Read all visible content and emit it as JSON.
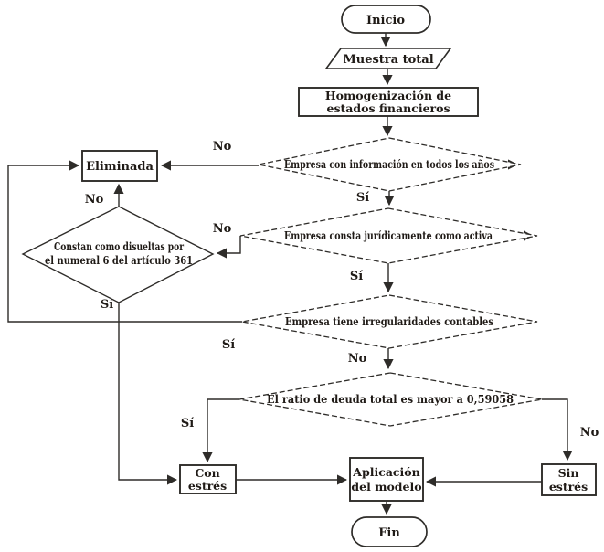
{
  "colors": {
    "background": "#ffffff",
    "line": "#2e2c29",
    "text": "#1f1a16"
  },
  "nodes": {
    "inicio": {
      "label": "Inicio"
    },
    "muestra_total": {
      "label": "Muestra total"
    },
    "homogenizacion": {
      "line1": "Homogenización de",
      "line2": "estados financieros"
    },
    "eliminada": {
      "label": "Eliminada"
    },
    "decision_informacion": {
      "label": "Empresa con información en todos los años"
    },
    "decision_activa": {
      "label": "Empresa consta jurídicamente como activa"
    },
    "decision_disueltas": {
      "line1": "Constan como disueltas por",
      "line2": "el numeral 6 del artículo 361"
    },
    "decision_irregularidades": {
      "label": "Empresa tiene irregularidades contables"
    },
    "decision_ratio": {
      "label": "El ratio de deuda total es mayor a 0,59058"
    },
    "con_estres": {
      "line1": "Con",
      "line2": "estrés"
    },
    "aplicacion": {
      "line1": "Aplicación",
      "line2": "del modelo"
    },
    "sin_estres": {
      "line1": "Sin",
      "line2": "estrés"
    },
    "fin": {
      "label": "Fin"
    }
  },
  "edge_labels": {
    "d1_no": "No",
    "d1_si": "Sí",
    "d2_no": "No",
    "d2_si": "Sí",
    "dis_no": "No",
    "dis_si": "Sí",
    "d3_si": "Sí",
    "d3_no": "No",
    "d4_si": "Sí",
    "d4_no": "No"
  }
}
